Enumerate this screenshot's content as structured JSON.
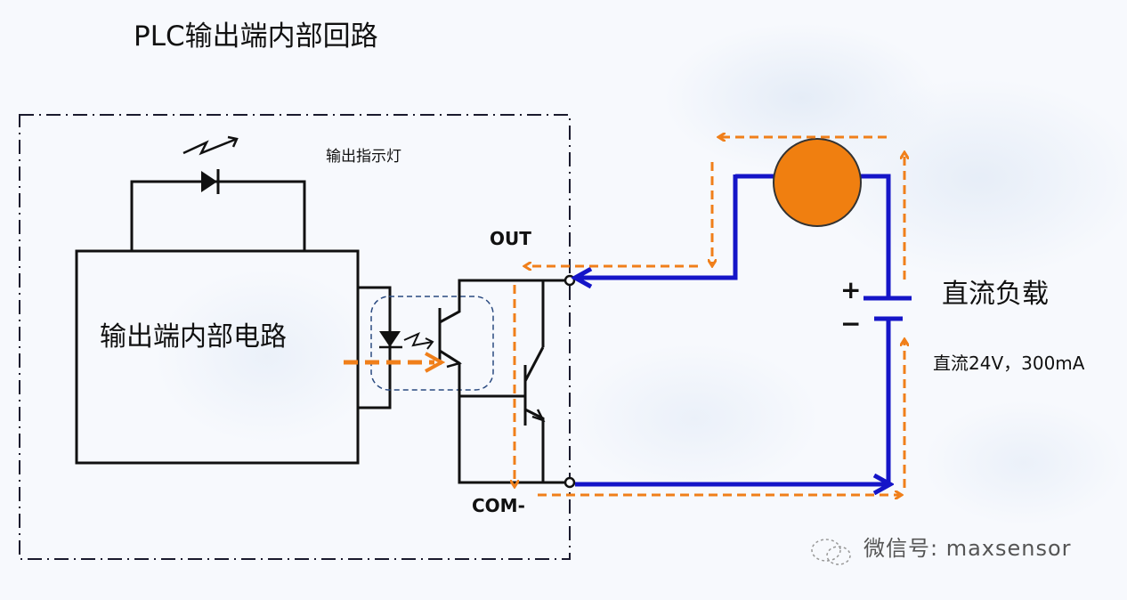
{
  "title": "PLC输出端内部回路",
  "labels": {
    "indicator_light": "输出指示灯",
    "internal_circuit": "输出端内部电路",
    "out_terminal": "OUT",
    "com_terminal": "COM-",
    "plus_sign": "+",
    "minus_sign": "−",
    "dc_load": "直流负载",
    "load_spec": "直流24V，300mA"
  },
  "watermark": {
    "icon": "wechat-icon",
    "text": "微信号: maxsensor"
  },
  "colors": {
    "wire": "#111111",
    "load_wire": "#1515c8",
    "current_flow": "#f07f1a",
    "load_fill": "#f07f10",
    "boundary": "#1a1a2e",
    "optocoupler_outline": "#2a4a80"
  }
}
